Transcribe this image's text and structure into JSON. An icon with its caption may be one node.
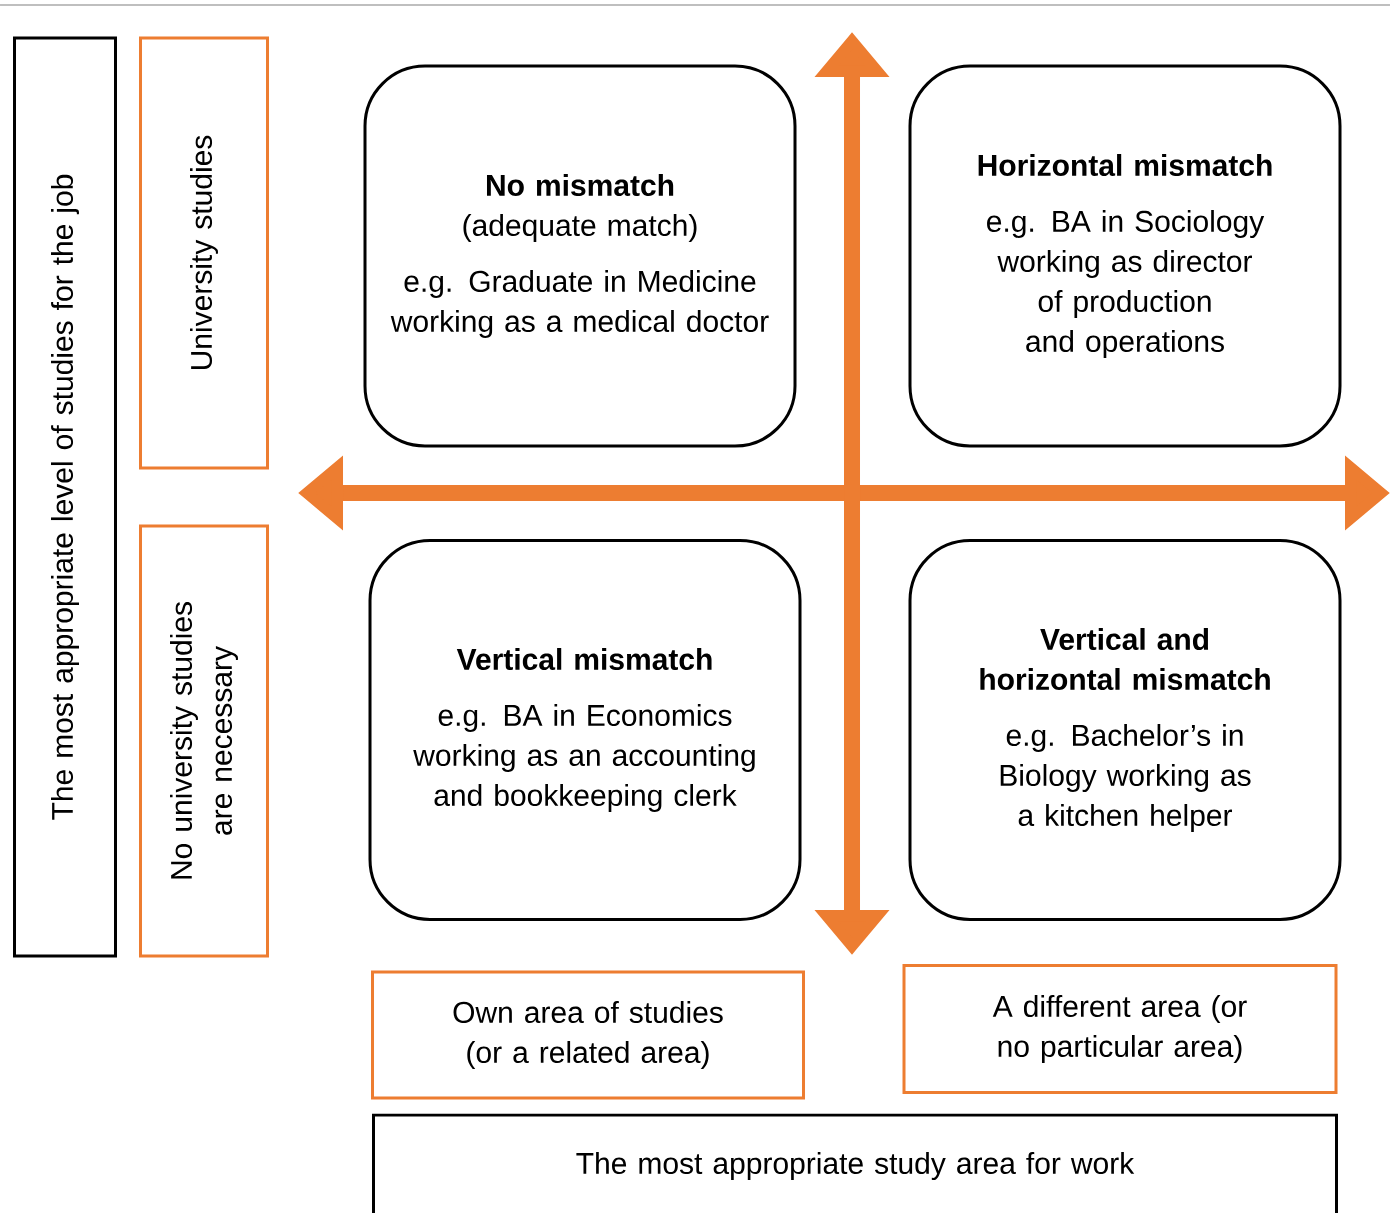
{
  "diagram": {
    "nodes": [
      {
        "text": [
          "The most appropriate level of studies for the job"
        ]
      },
      {
        "text": [
          "University studies"
        ]
      },
      {
        "text": [
          "No university studies are necessary"
        ]
      },
      {
        "text": [
          "No mismatch",
          "(adequate match)",
          "e.g. Graduate in Medicine working as a medical doctor"
        ]
      },
      {
        "text": [
          "Horizontal mismatch",
          "e.g. BA in Sociology working as director of production and operations"
        ]
      },
      {
        "text": [
          "Vertical mismatch",
          "e.g. BA in Economics working as an accounting and bookkeeping clerk"
        ]
      },
      {
        "text": [
          "Vertical and horizontal mismatch",
          "e.g. Bachelor’s in Biology working as a kitchen helper"
        ]
      },
      {
        "text": [
          "Own area of studies (or a related area)"
        ]
      },
      {
        "text": [
          "A different area (or no particular area)"
        ]
      },
      {
        "text": [
          "The most appropriate study area for work"
        ]
      }
    ]
  }
}
